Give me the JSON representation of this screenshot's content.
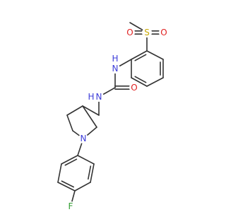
{
  "molecule": {
    "colors": {
      "bond": "#333333",
      "N": "#3c3cd9",
      "O": "#e01f1f",
      "S": "#c8a800",
      "F": "#2e9d2e"
    },
    "labels": {
      "sulfur": "S",
      "sulfonyl_oxygen_left": "O",
      "sulfonyl_oxygen_right": "O",
      "urea_nh_aryl": "H",
      "urea_n_aryl": "N",
      "urea_oxygen": "O",
      "urea_nh_alkyl": "H",
      "urea_n_alkyl": "N",
      "pyrrolidine_nitrogen": "N",
      "fluorine": "F"
    }
  }
}
